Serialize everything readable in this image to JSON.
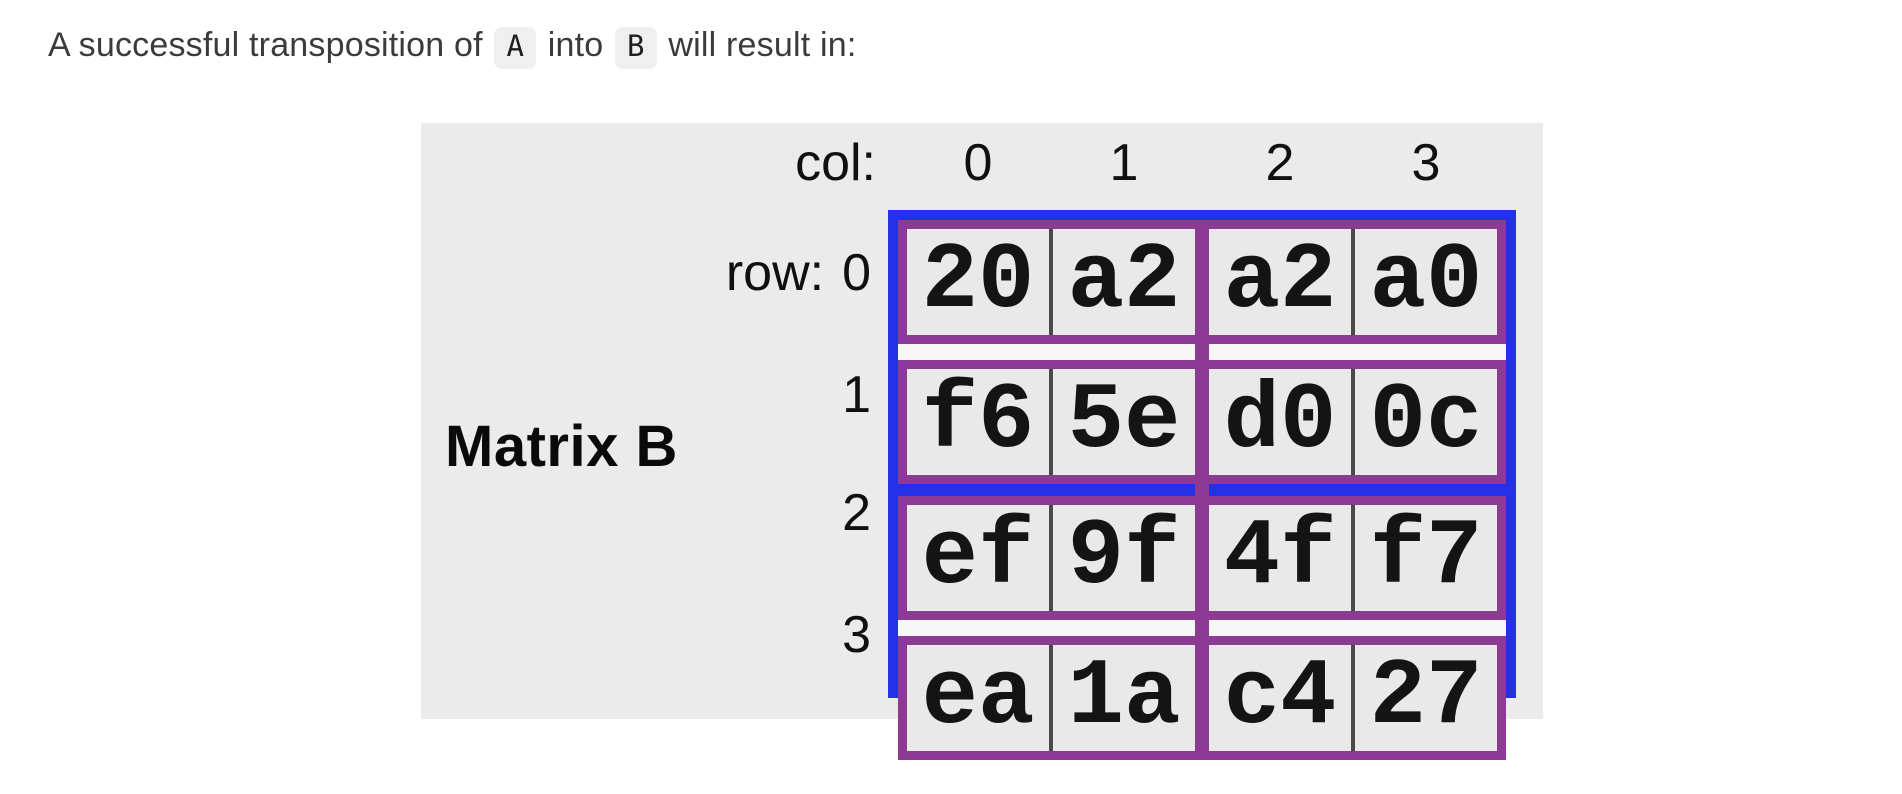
{
  "page": {
    "heading": {
      "prefix": "A successful transposition of ",
      "code_a": "A",
      "middle": " into ",
      "code_b": "B",
      "suffix": " will result in:"
    }
  },
  "figure": {
    "matrix_label": "Matrix B",
    "col_label": "col:",
    "row_label": "row:",
    "col_headers": [
      "0",
      "1",
      "2",
      "3"
    ],
    "row_headers": [
      "0",
      "1",
      "2",
      "3"
    ],
    "rows": [
      [
        "20",
        "a2",
        "a2",
        "a0"
      ],
      [
        "f6",
        "5e",
        "d0",
        "0c"
      ],
      [
        "ef",
        "9f",
        "4f",
        "f7"
      ],
      [
        "ea",
        "1a",
        "c4",
        "27"
      ]
    ],
    "colors": {
      "figure_bg": "#ebebeb",
      "outer_border_blue": "#2531e8",
      "group_border_purple": "#8d3a94",
      "cell_bg": "#e9e9e9",
      "cell_divider": "#4a4a4a",
      "row_gap": "#f7f7f7",
      "text": "#141414"
    }
  }
}
